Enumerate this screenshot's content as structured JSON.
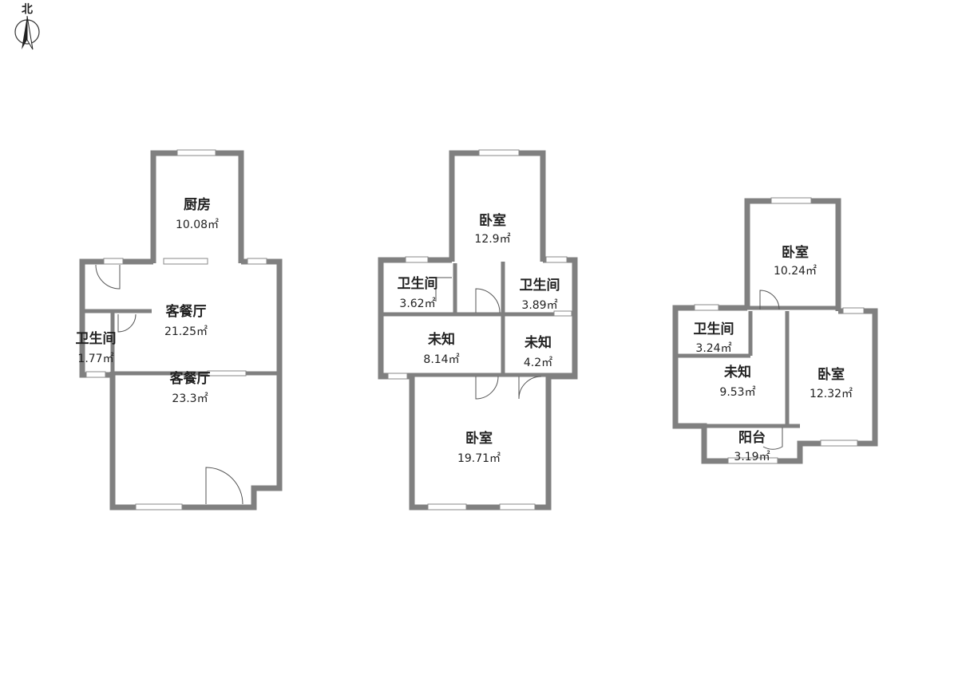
{
  "compass": {
    "label": "北"
  },
  "floors": [
    {
      "rooms": [
        {
          "id": "f1-kitchen",
          "name": "厨房",
          "area": "10.08㎡"
        },
        {
          "id": "f1-living1",
          "name": "客餐厅",
          "area": "21.25㎡"
        },
        {
          "id": "f1-bath",
          "name": "卫生间",
          "area": "1.77㎡"
        },
        {
          "id": "f1-living2",
          "name": "客餐厅",
          "area": "23.3㎡"
        }
      ]
    },
    {
      "rooms": [
        {
          "id": "f2-bed-top",
          "name": "卧室",
          "area": "12.9㎡"
        },
        {
          "id": "f2-bath-l",
          "name": "卫生间",
          "area": "3.62㎡"
        },
        {
          "id": "f2-bath-r",
          "name": "卫生间",
          "area": "3.89㎡"
        },
        {
          "id": "f2-unk-l",
          "name": "未知",
          "area": "8.14㎡"
        },
        {
          "id": "f2-unk-r",
          "name": "未知",
          "area": "4.2㎡"
        },
        {
          "id": "f2-bed-bot",
          "name": "卧室",
          "area": "19.71㎡"
        }
      ]
    },
    {
      "rooms": [
        {
          "id": "f3-bed-top",
          "name": "卧室",
          "area": "10.24㎡"
        },
        {
          "id": "f3-bath",
          "name": "卫生间",
          "area": "3.24㎡"
        },
        {
          "id": "f3-unk",
          "name": "未知",
          "area": "9.53㎡"
        },
        {
          "id": "f3-bed-r",
          "name": "卧室",
          "area": "12.32㎡"
        },
        {
          "id": "f3-balcony",
          "name": "阳台",
          "area": "3.19㎡"
        }
      ]
    }
  ]
}
